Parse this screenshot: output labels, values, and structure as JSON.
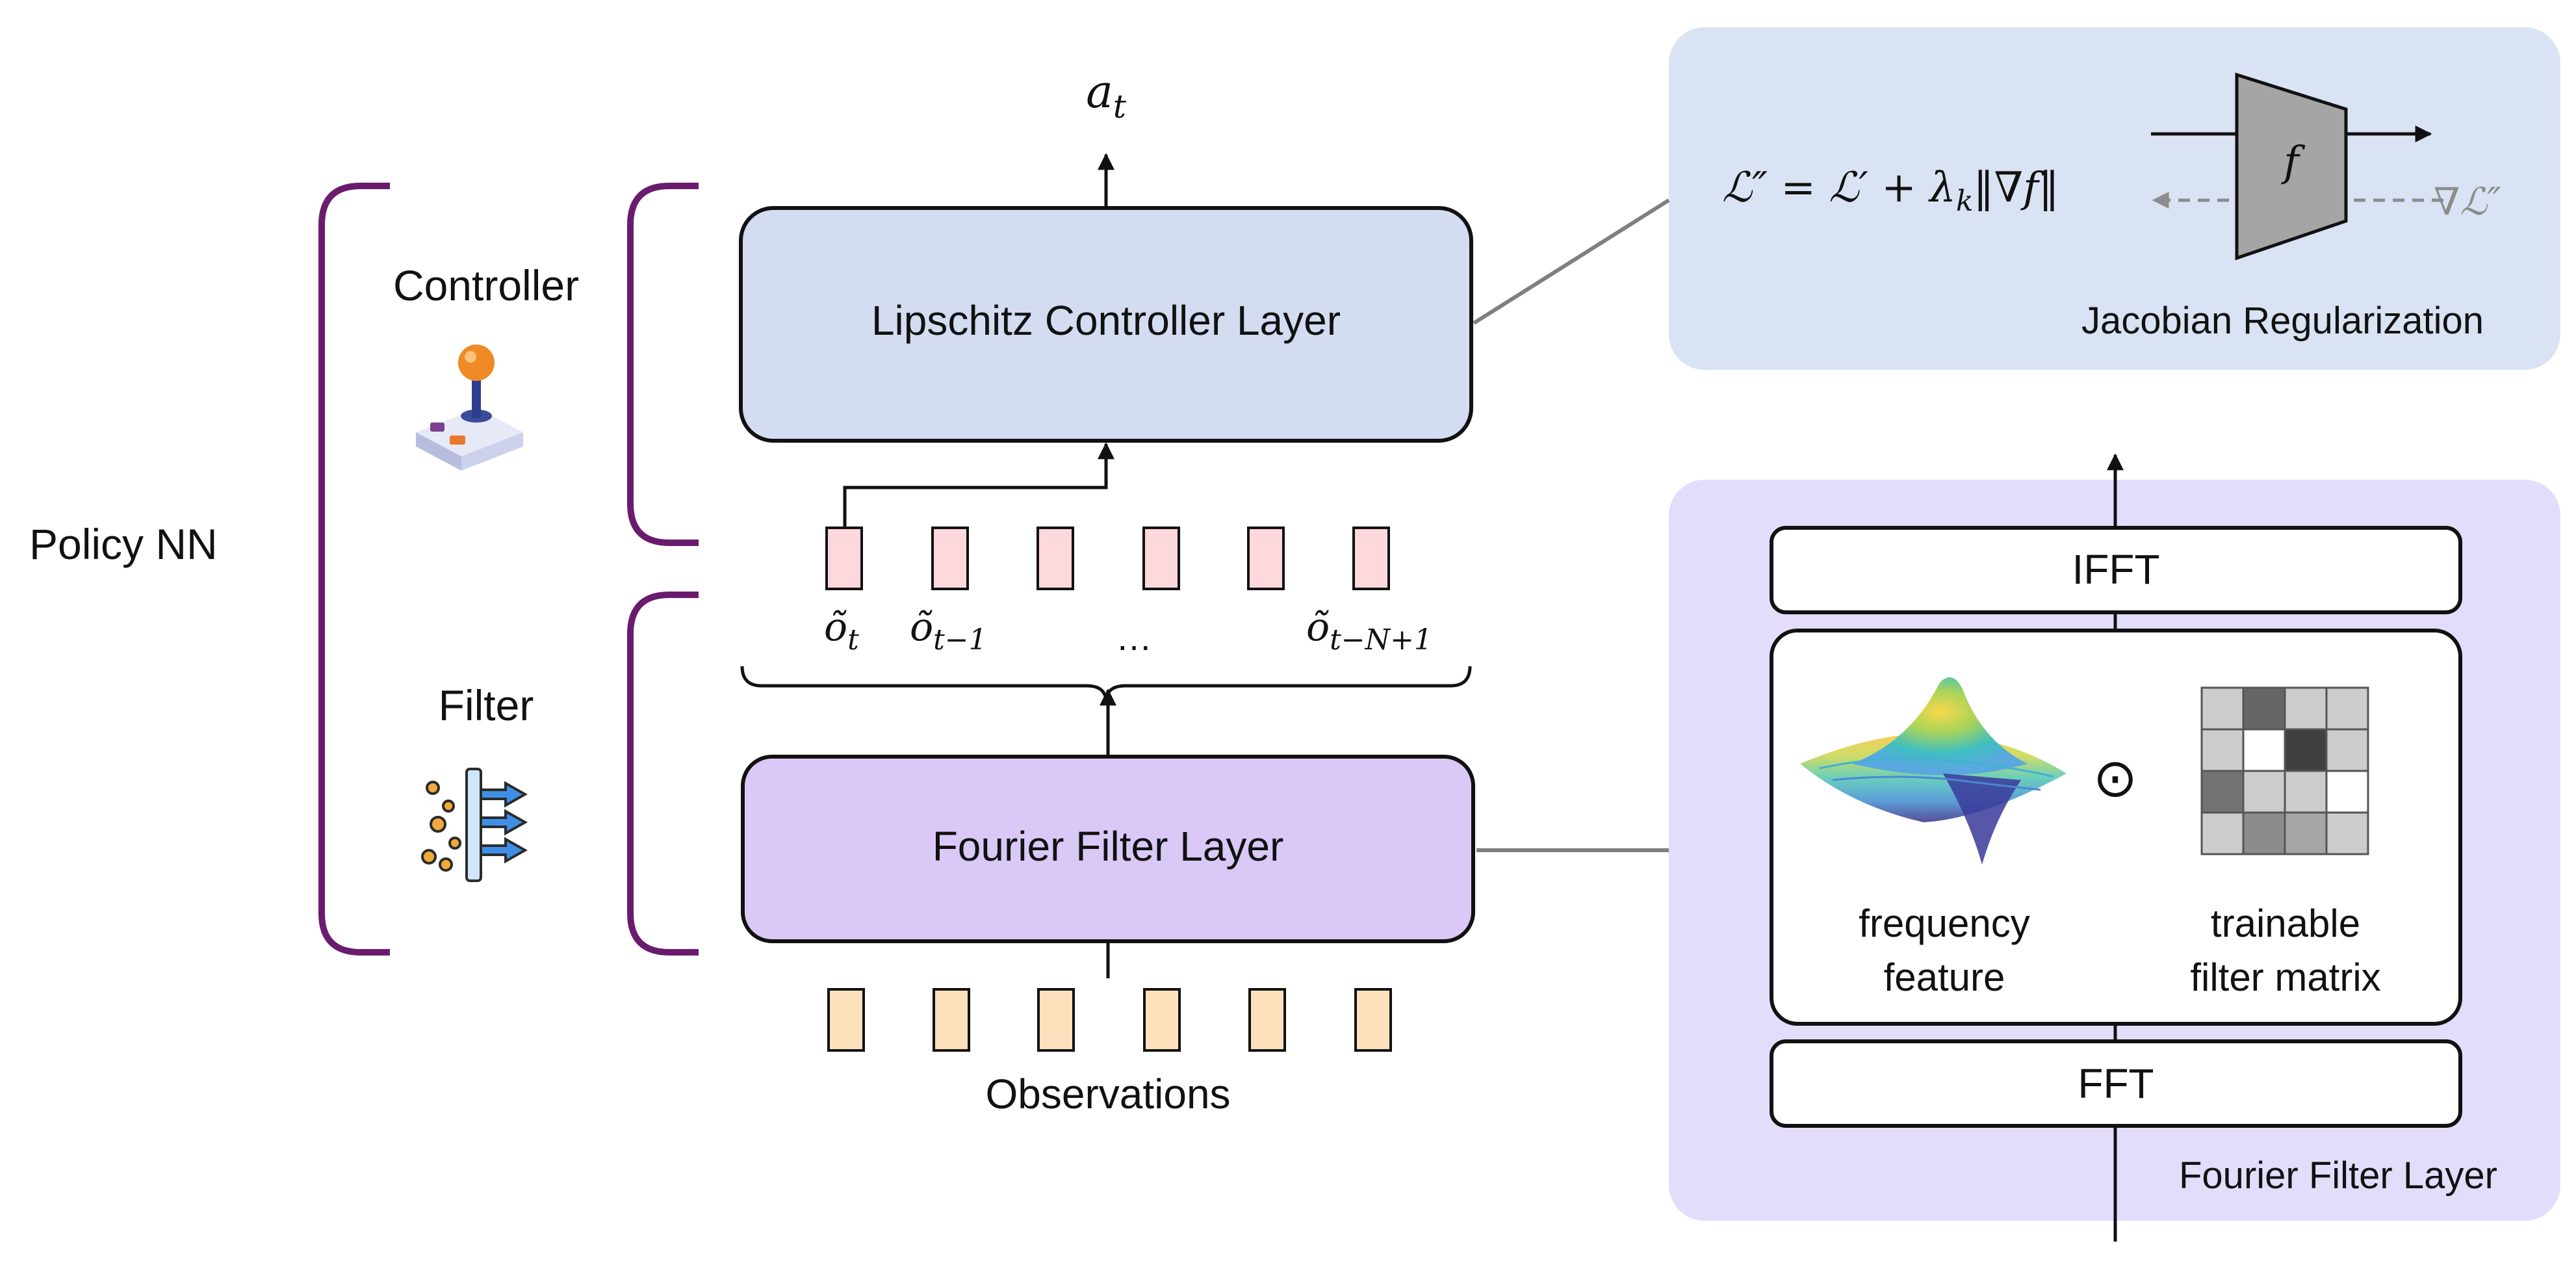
{
  "policy": {
    "label": "Policy NN",
    "controller_label": "Controller",
    "filter_label": "Filter",
    "controller_icon": "joystick-icon",
    "filter_icon": "particle-filter-icon"
  },
  "output": {
    "label": "a",
    "subscript": "t"
  },
  "layers": {
    "controller": "Lipschitz Controller Layer",
    "filter": "Fourier Filter Layer"
  },
  "sequence": {
    "items": [
      {
        "symbol": "õ",
        "subscript": "t"
      },
      {
        "symbol": "õ",
        "subscript": "t−1"
      },
      {
        "symbol": "",
        "subscript": "",
        "text": "…"
      },
      {
        "symbol": "õ",
        "subscript": "t−N+1"
      }
    ]
  },
  "observations_label": "Observations",
  "jacobian": {
    "equation": "ℒ″ = ℒ′ + λ",
    "equation_sub": "k",
    "equation_tail": "‖∇f‖",
    "f_label": "f",
    "grad_label": "∇ℒ″",
    "title": "Jacobian Regularization"
  },
  "fourier": {
    "ifft": "IFFT",
    "fft": "FFT",
    "feature_line1": "frequency",
    "feature_line2": "feature",
    "operator": "⊙",
    "matrix_line1": "trainable",
    "matrix_line2": "filter matrix",
    "title": "Fourier Filter Layer"
  },
  "colors": {
    "bracket": "#6a1b6e",
    "controller_fill": "#d3dcf0",
    "filter_fill": "#dac9f7",
    "pink_box": "#fdd8dc",
    "orange_box": "#fde1bd",
    "jacobian_panel": "#dae3f3",
    "fourier_panel": "#e3ddfb",
    "trapezoid": "#a5a5a5"
  },
  "filter_matrix": [
    [
      0.8,
      0.4,
      0.8,
      0.8
    ],
    [
      0.8,
      1.0,
      0.25,
      0.8
    ],
    [
      0.45,
      0.8,
      0.8,
      1.0
    ],
    [
      0.8,
      0.55,
      0.65,
      0.8
    ]
  ]
}
